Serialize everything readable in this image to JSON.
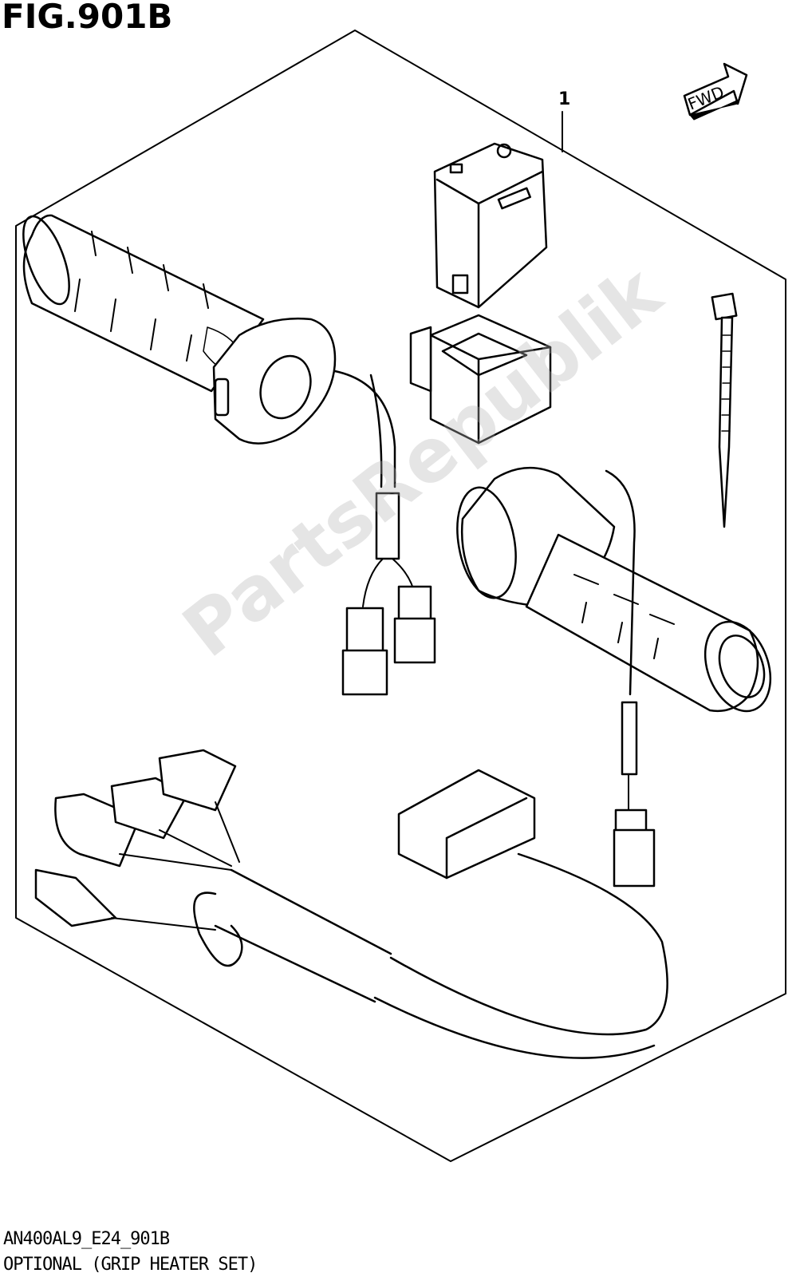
{
  "figure": {
    "title": "FIG.901B",
    "part_label": "1",
    "fwd_label": "FWD",
    "code": "AN400AL9_E24_901B",
    "caption": "OPTIONAL (GRIP HEATER SET)",
    "watermark": "PartsRepublik"
  }
}
